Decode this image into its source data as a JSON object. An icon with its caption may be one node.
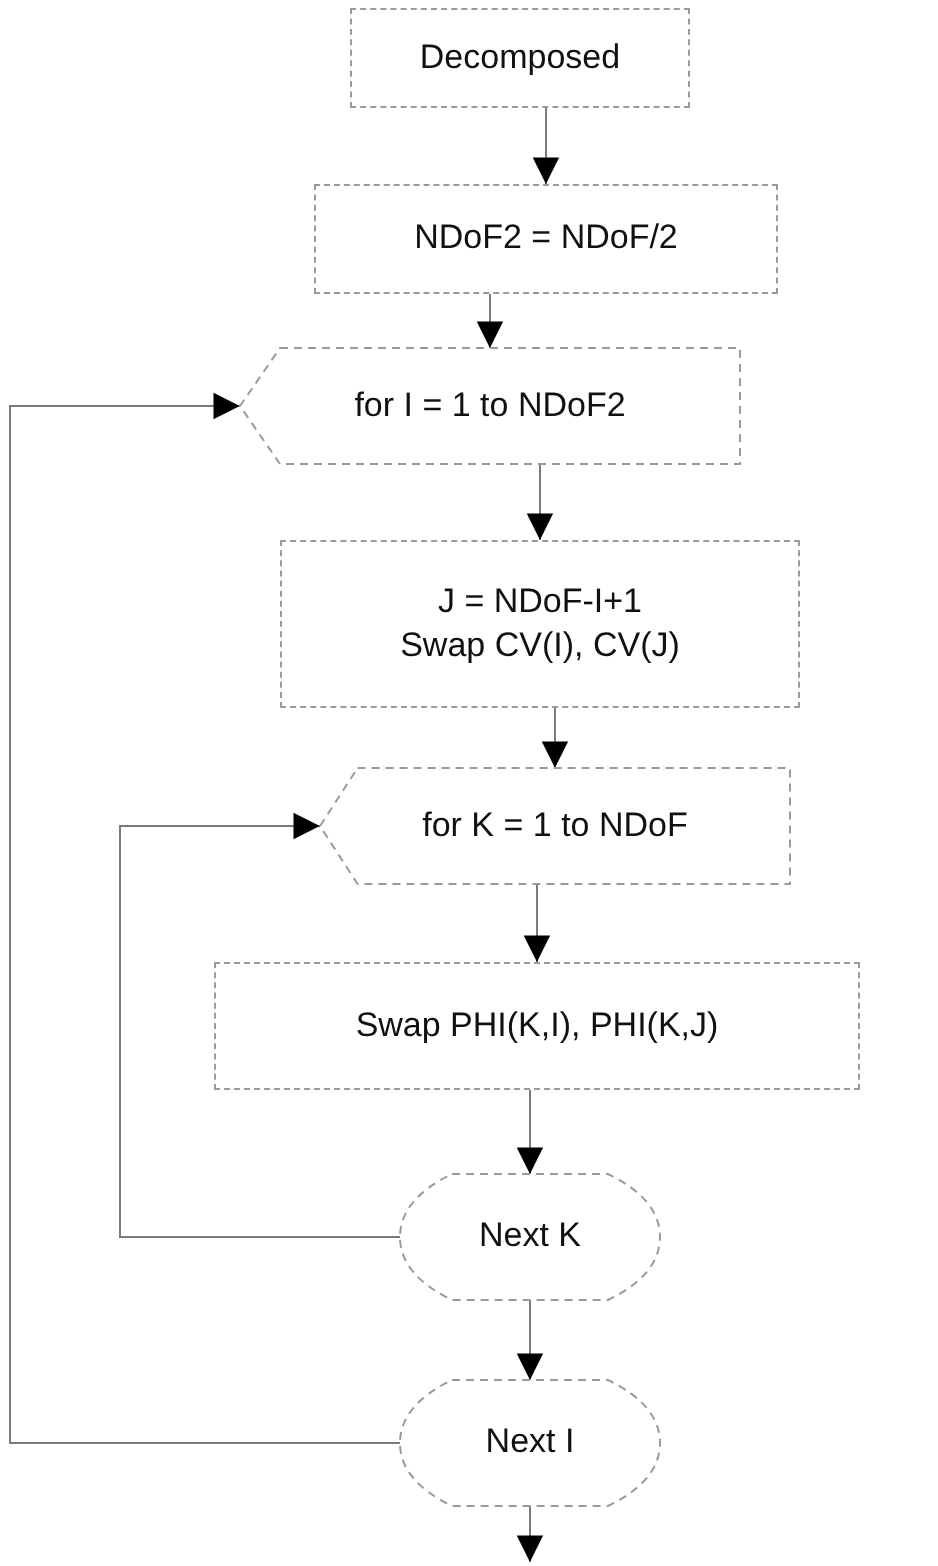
{
  "diagram": {
    "nodes": [
      {
        "text": [
          "Decomposed"
        ]
      },
      {
        "text": [
          "NDoF2 = NDoF/2"
        ]
      },
      {
        "text": [
          "for I = 1 to NDoF2"
        ]
      },
      {
        "text": [
          "J = NDoF-I+1",
          "Swap CV(I), CV(J)"
        ]
      },
      {
        "text": [
          "for K = 1 to NDoF"
        ]
      },
      {
        "text": [
          "Swap PHI(K,I), PHI(K,J)"
        ]
      },
      {
        "text": [
          "Next K"
        ]
      },
      {
        "text": [
          "Next I"
        ]
      }
    ],
    "edges": [
      {
        "from": 0,
        "to": 1,
        "arrow": "to"
      },
      {
        "from": 1,
        "to": 2,
        "arrow": "to"
      },
      {
        "from": 2,
        "to": 3,
        "arrow": "to"
      },
      {
        "from": 3,
        "to": 4,
        "arrow": "to"
      },
      {
        "from": 4,
        "to": 5,
        "arrow": "to"
      },
      {
        "from": 5,
        "to": 6,
        "arrow": "to"
      },
      {
        "from": 6,
        "to": 4,
        "arrow": "to"
      },
      {
        "from": 6,
        "to": 7,
        "arrow": "to"
      },
      {
        "from": 7,
        "to": 2,
        "arrow": "to"
      },
      {
        "from": 7,
        "to": null,
        "arrow": "to"
      }
    ]
  }
}
